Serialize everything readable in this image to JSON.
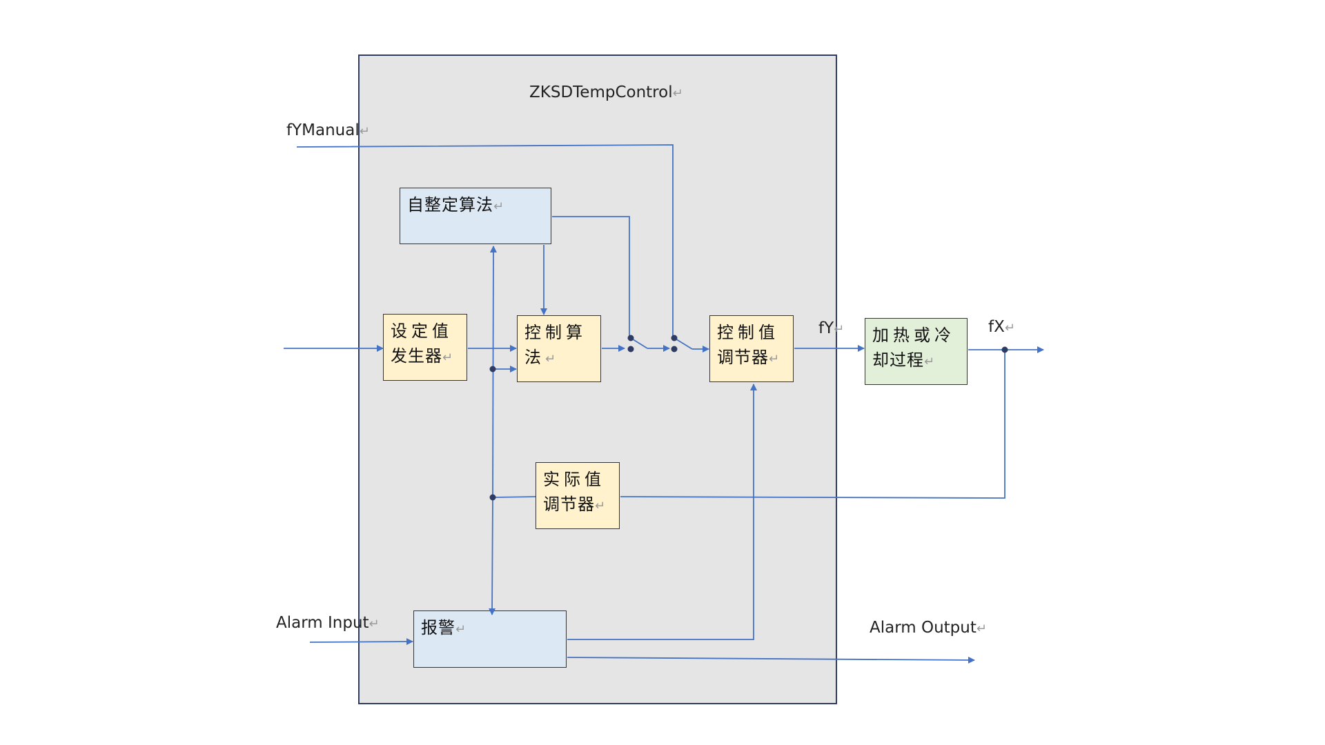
{
  "title": "ZKSDTempControl",
  "return_mark": "↵",
  "blocks": {
    "self_tuning": "自整定算法",
    "setpoint_gen": [
      "设定值",
      "发生器"
    ],
    "control_algo": [
      "控制算",
      "法"
    ],
    "control_adj": [
      "控制值",
      "调节器"
    ],
    "actual_adj": [
      "实际值",
      "调节器"
    ],
    "alarm": "报警",
    "process": [
      "加热或冷",
      "却过程"
    ]
  },
  "signals": {
    "fymanual": "fYManual",
    "fy": "fY",
    "fx": "fX",
    "alarm_input": "Alarm Input",
    "alarm_output": "Alarm Output"
  },
  "colors": {
    "line": "#4472c4",
    "frame_fill": "#e5e5e5",
    "frame_border": "#2e3b63",
    "blue_block": "#dde8f5",
    "yellow_block": "#fff2cc",
    "green_block": "#e2efd9"
  }
}
